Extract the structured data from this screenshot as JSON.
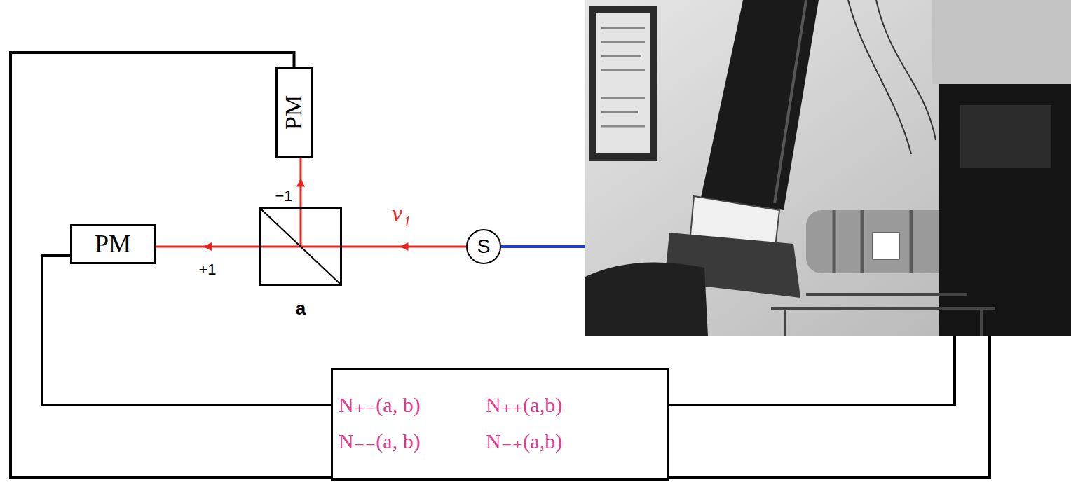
{
  "diagram": {
    "nodes": [
      {
        "text": [
          "PM"
        ]
      },
      {
        "text": [
          "PM"
        ]
      },
      {
        "text": [
          "a"
        ]
      },
      {
        "text": [
          "S"
        ]
      },
      {
        "text": [
          "N₊₋(a, b)",
          "N₊₊(a,b)",
          "N₋₋(a, b)",
          "N₋₊(a,b)"
        ]
      }
    ],
    "edges": [
      {
        "from": 3,
        "to": 2,
        "arrow": "to",
        "label": "ν₁"
      },
      {
        "from": 2,
        "to": 1,
        "arrow": "to",
        "label": "+1"
      },
      {
        "from": 2,
        "to": 0,
        "arrow": "to",
        "label": "−1"
      },
      {
        "from": 0,
        "to": 4,
        "arrow": "none"
      },
      {
        "from": 1,
        "to": 4,
        "arrow": "none"
      }
    ]
  }
}
